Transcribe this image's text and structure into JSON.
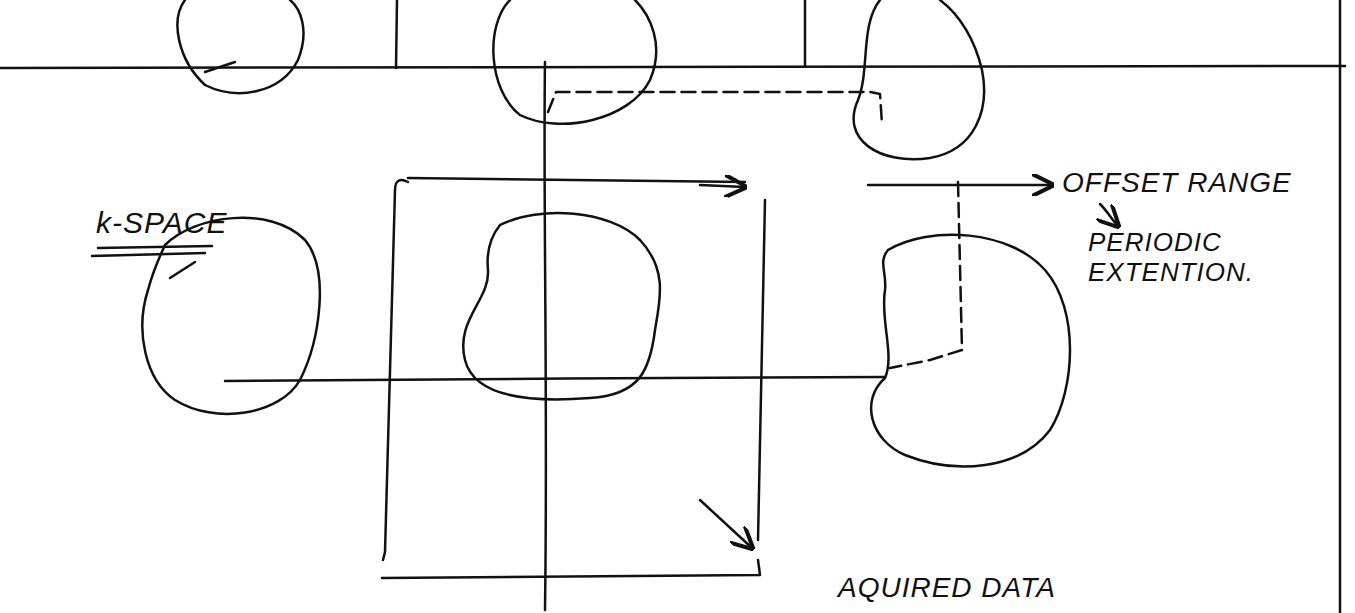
{
  "diagram": {
    "labels": [
      "k-SPACE",
      "OFFSET RANGE",
      "PERIODIC EXTENTION.",
      "AQUIRED DATA"
    ]
  }
}
